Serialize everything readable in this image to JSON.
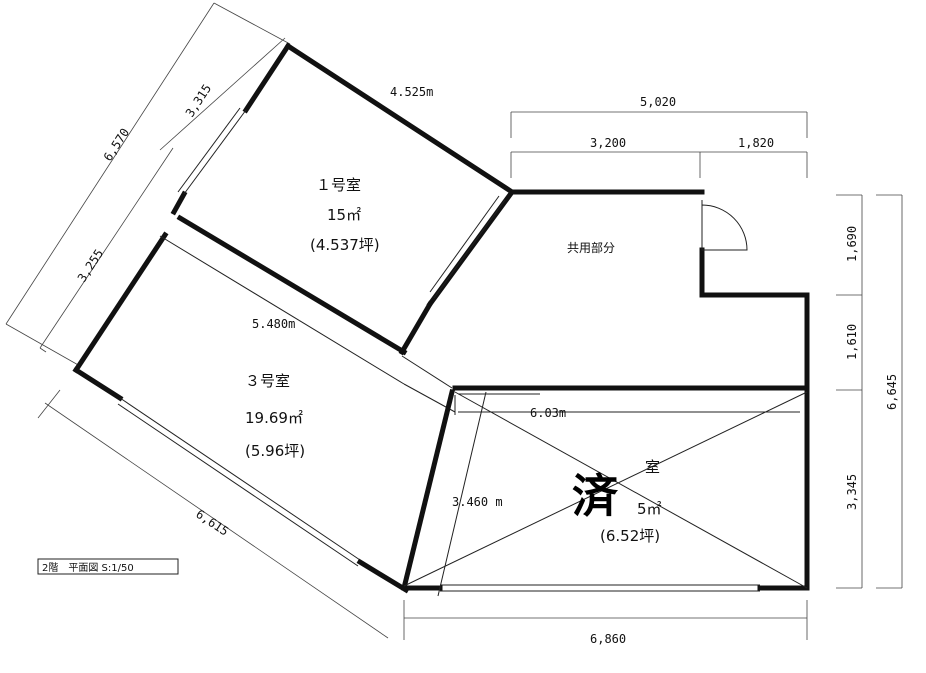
{
  "rooms": {
    "room1": {
      "name": "１号室",
      "area": "15㎡",
      "tsubo": "(4.537坪)"
    },
    "room3": {
      "name": "３号室",
      "area": "19.69㎡",
      "tsubo": "(5.96坪)"
    },
    "room2": {
      "name_fragment": "室",
      "area_fragment": "5㎡",
      "tsubo_fragment": "(6.52坪)",
      "stamp": "済"
    },
    "common": {
      "name": "共用部分"
    }
  },
  "dimensions": {
    "d_6570": "6,570",
    "d_3315": "3,315",
    "d_3255": "3,255",
    "d_4525": "4.525m",
    "d_5020": "5,020",
    "d_3200": "3,200",
    "d_1820": "1,820",
    "d_1690": "1,690",
    "d_1610": "1,610",
    "d_3345": "3,345",
    "d_6645": "6,645",
    "d_5480": "5.480m",
    "d_603": "6.03m",
    "d_3460": "3.460 m",
    "d_6615": "6,615",
    "d_6860": "6,860"
  },
  "title_block": {
    "text": "2階　平面図 S:1/50"
  }
}
